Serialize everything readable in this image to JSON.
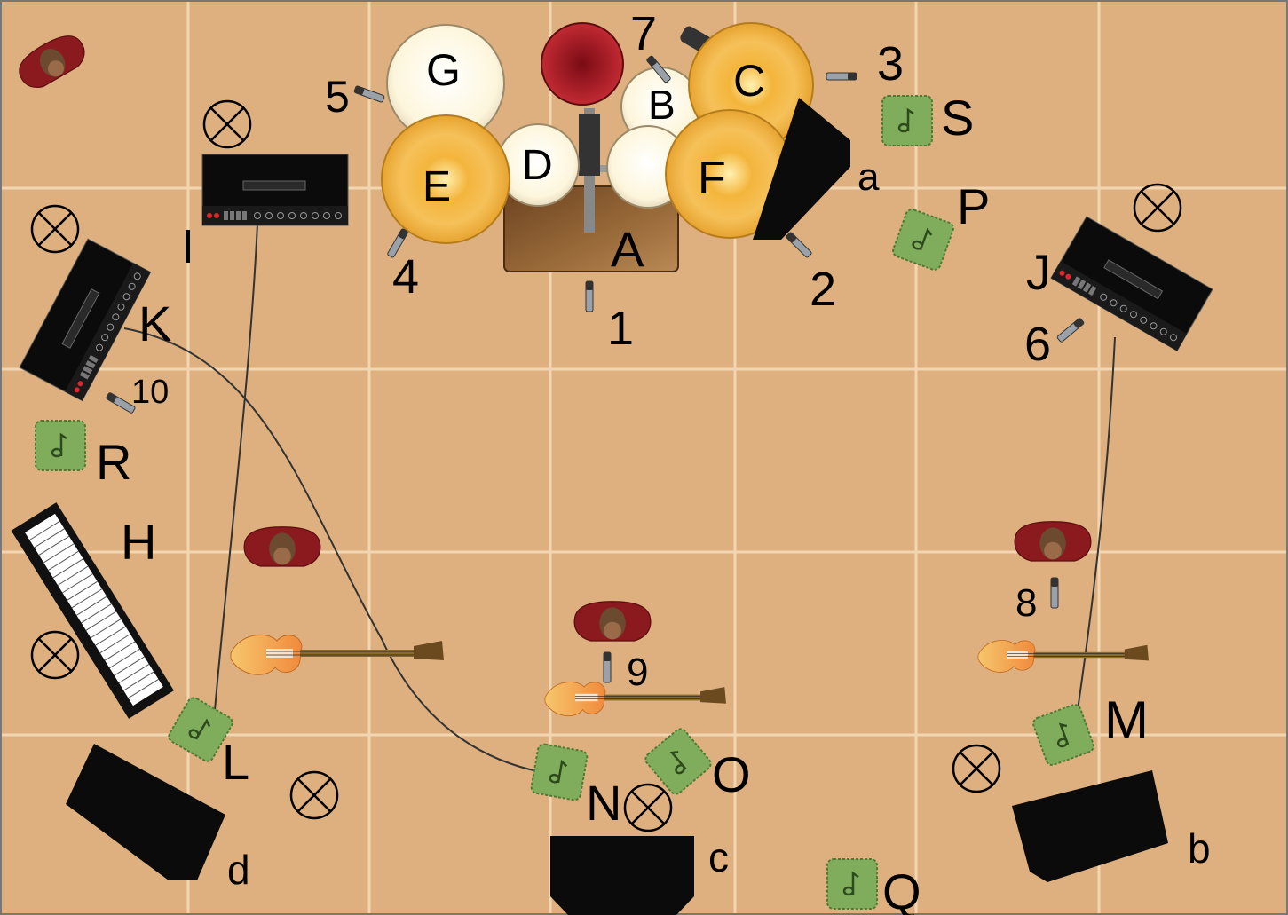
{
  "labels": {
    "kick": "A",
    "floor_tom_small": "B",
    "crash_right": "C",
    "snare": "D",
    "crash_left": "E",
    "ride": "F",
    "floor_tom_big": "G",
    "keyboard": "H",
    "amp_i": "I",
    "amp_j": "J",
    "amp_k": "K",
    "wedge_l": "L",
    "wedge_m": "M",
    "wedge_n": "N",
    "wedge_o": "O",
    "wedge_p": "P",
    "wedge_q": "Q",
    "wedge_r": "R",
    "wedge_s": "S",
    "sub_a": "a",
    "sub_b": "b",
    "sub_c": "c",
    "sub_d": "d"
  },
  "mics": {
    "m1": "1",
    "m2": "2",
    "m3": "3",
    "m4": "4",
    "m5": "5",
    "m6": "6",
    "m7": "7",
    "m8": "8",
    "m9": "9",
    "m10": "10"
  },
  "icons": {
    "monitor": "music-note-icon",
    "power": "power-outlet-icon"
  },
  "colors": {
    "floor": "#deb07f",
    "grid": "#f2d6b2",
    "person": "#8b1a1e",
    "cymbal": "#f0b040",
    "drum_head": "#fdf6dc",
    "monitor": "#7fad5c",
    "speaker": "#111111",
    "kick": "#8a5a30"
  }
}
